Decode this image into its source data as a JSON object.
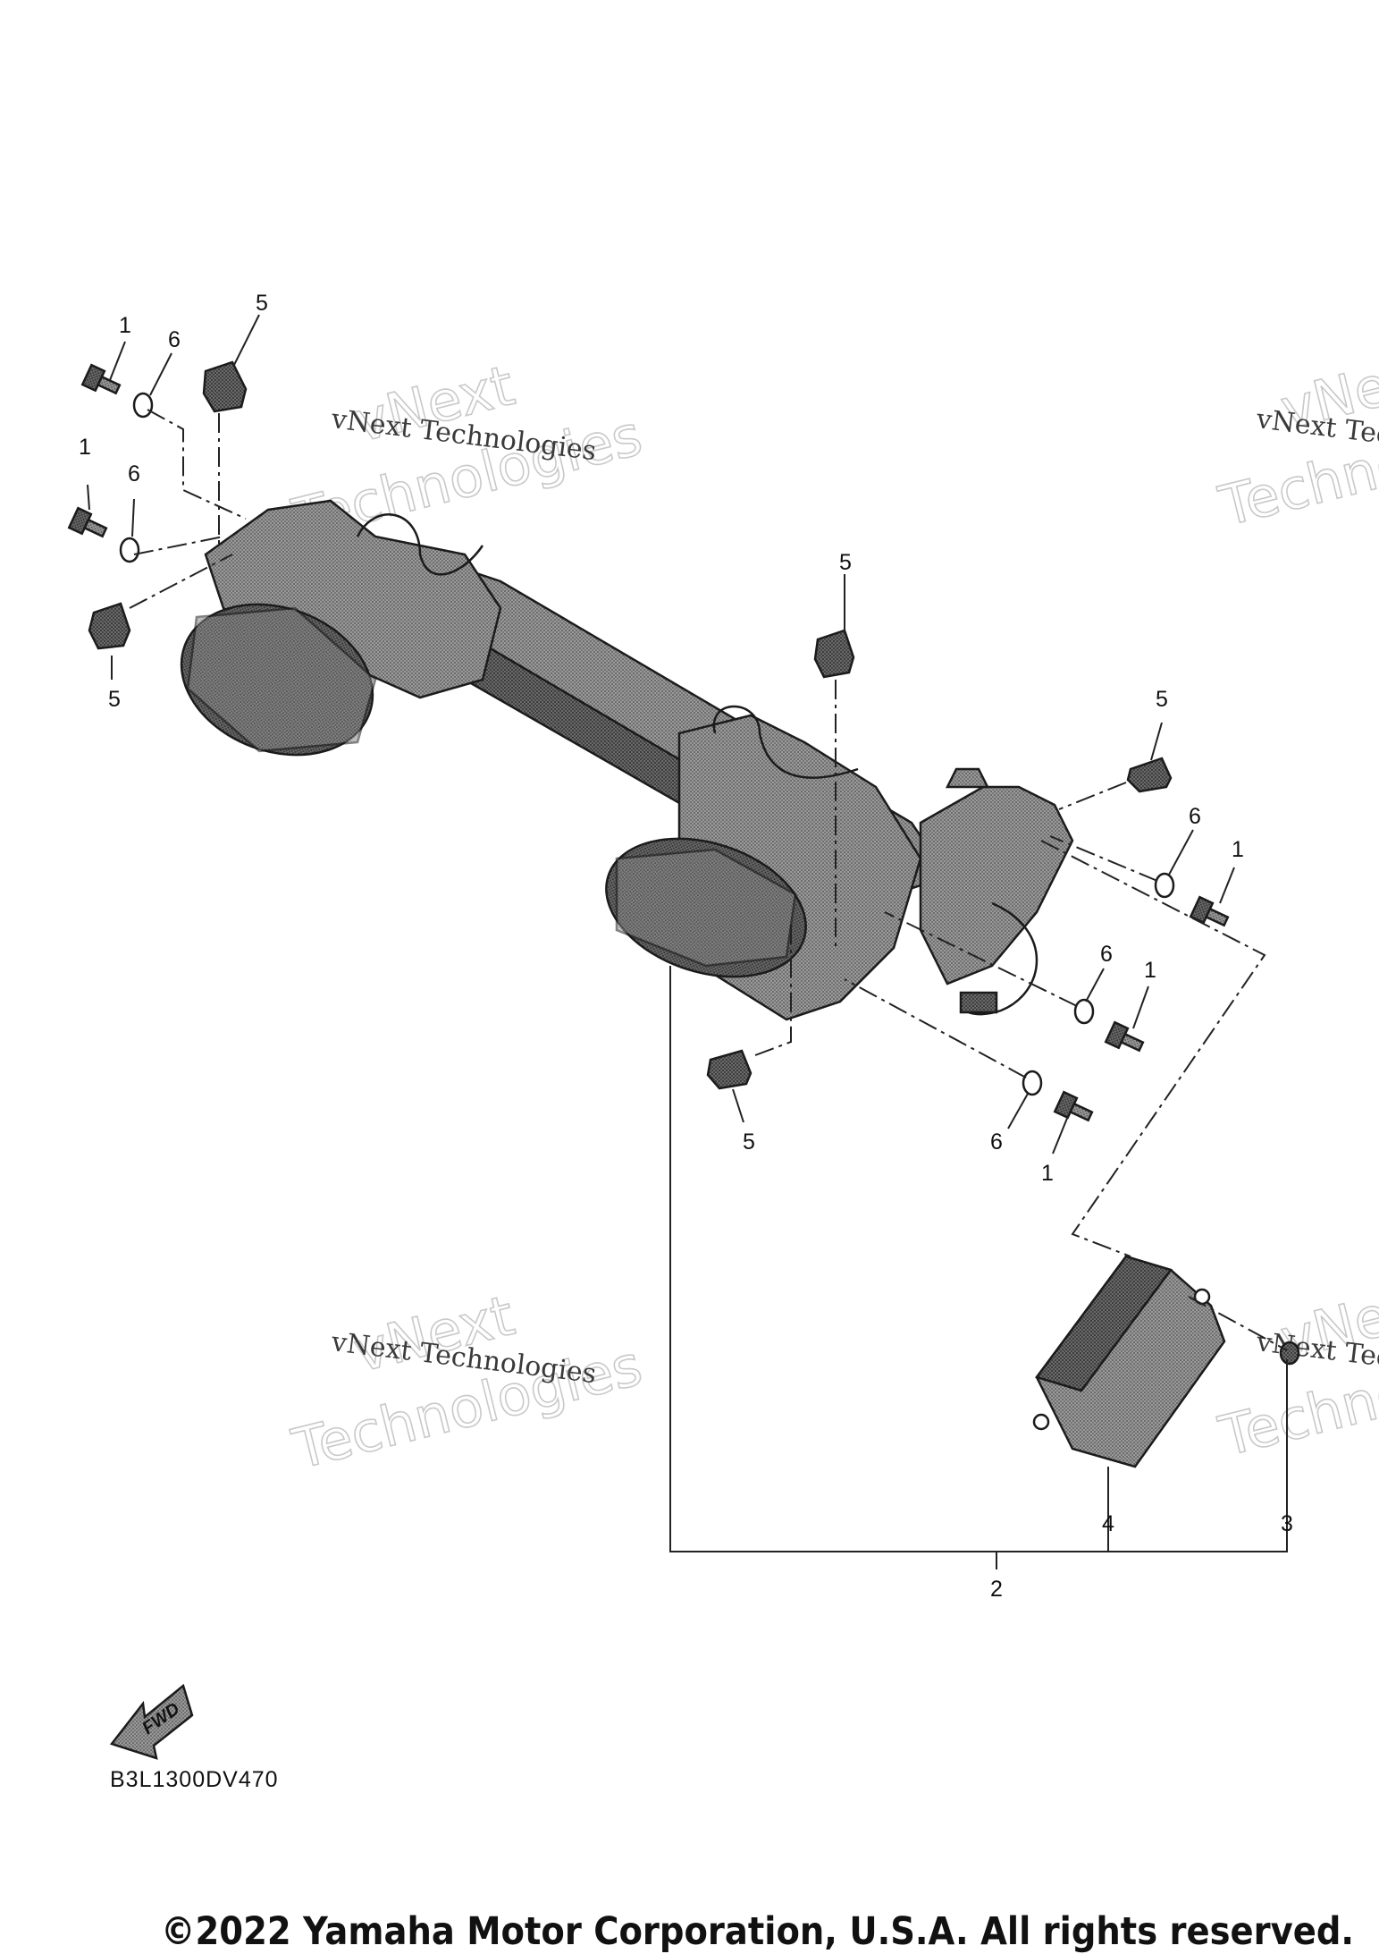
{
  "callouts": {
    "c1": "1",
    "c6": "6",
    "c5": "5",
    "c2": "2",
    "c3": "3",
    "c4": "4"
  },
  "watermark": {
    "small": "vNext Technologies",
    "big_line1": "vNext",
    "big_line2": "Technologies"
  },
  "fwd_label": "FWD",
  "drawing_code": "B3L1300DV470",
  "copyright": "©2022 Yamaha Motor Corporation, U.S.A. All rights reserved.",
  "colors": {
    "part_fill": "#8a8a8a",
    "part_dark": "#5e5e5e",
    "lens_fill": "#6f6f6f",
    "ink": "#111111"
  }
}
